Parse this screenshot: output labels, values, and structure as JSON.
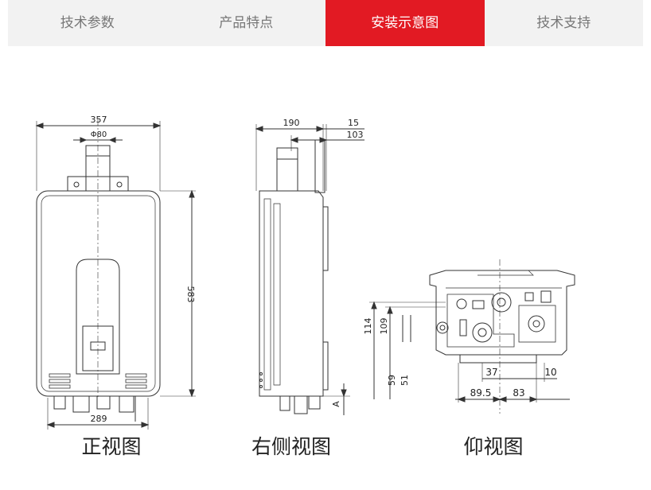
{
  "tabs": [
    {
      "label": "技术参数"
    },
    {
      "label": "产品特点"
    },
    {
      "label": "安装示意图",
      "active": true
    },
    {
      "label": "技术支持"
    }
  ],
  "captions": {
    "front": "正视图",
    "side": "右侧视图",
    "bottom": "仰视图"
  },
  "dims": {
    "front_width_top": "357",
    "front_flue": "Φ80",
    "front_height": "583",
    "front_width_bottom": "289",
    "side_depth": "190",
    "side_offset_15": "15",
    "side_offset_103": "103",
    "side_a": "A",
    "bot_114": "114",
    "bot_109": "109",
    "bot_59": "59",
    "bot_51": "51",
    "bot_37": "37",
    "bot_10": "10",
    "bot_89": "89.5",
    "bot_83": "83"
  },
  "colors": {
    "accent": "#e21a23",
    "tabbar_bg": "#f2f2f2"
  }
}
